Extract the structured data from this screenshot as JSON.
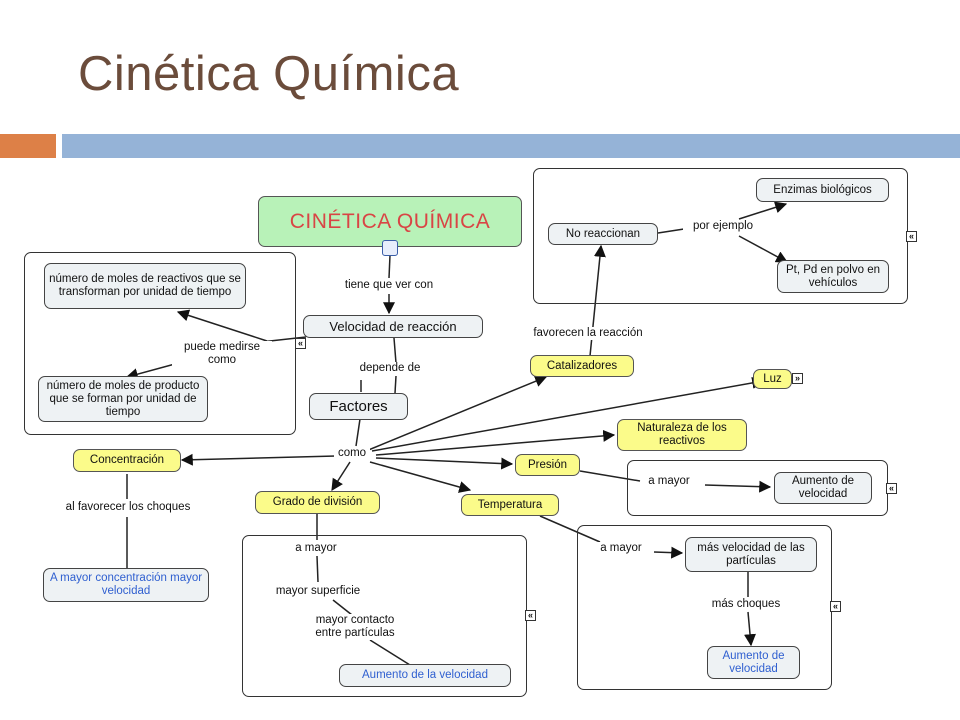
{
  "slide": {
    "title": "Cinética Química"
  },
  "colors": {
    "title": "#6b4c3b",
    "accent_orange": "#dd8047",
    "accent_blue": "#95b3d7",
    "concept_yellow": "#fbfb8a",
    "concept_green": "#b8f2b8",
    "concept_gray": "#eef2f4",
    "result_blue": "#2f5fd0"
  },
  "nodes": {
    "main": "CINÉTICA QUÍMICA",
    "velocidad": "Velocidad de reacción",
    "factores": "Factores",
    "moles_reactivos": "número de moles de reactivos que se transforman por unidad de tiempo",
    "moles_producto": "número de moles de producto que se forman por unidad de tiempo",
    "no_reaccionan": "No reaccionan",
    "enzimas": "Enzimas biológicos",
    "pt_pd": "Pt, Pd en polvo en vehículos",
    "catalizadores": "Catalizadores",
    "luz": "Luz",
    "naturaleza": "Naturaleza de los reactivos",
    "concentracion": "Concentración",
    "presion": "Presión",
    "aumento_presion": "Aumento de velocidad",
    "grado_division": "Grado de división",
    "temperatura": "Temperatura",
    "concentracion_result": "A mayor concentración mayor velocidad",
    "mas_velocidad": "más velocidad de las partículas",
    "aumento_temperatura": "Aumento de velocidad",
    "aumento_division": "Aumento de la velocidad"
  },
  "links": {
    "tiene_que_ver": "tiene que ver con",
    "puede_medirse": "puede medirse como",
    "depende_de": "depende de",
    "favorecen": "favorecen la reacción",
    "por_ejemplo": "por ejemplo",
    "como": "como",
    "al_favorecer": "al favorecer los choques",
    "a_mayor_presion": "a mayor",
    "a_mayor_division": "a mayor",
    "mayor_superficie": "mayor superficie",
    "mayor_contacto": "mayor contacto entre partículas",
    "a_mayor_temperatura": "a mayor",
    "mas_choques": "más choques"
  },
  "icons": {
    "expand": "double-chevron-icon",
    "tree": "concept-tree-icon"
  }
}
